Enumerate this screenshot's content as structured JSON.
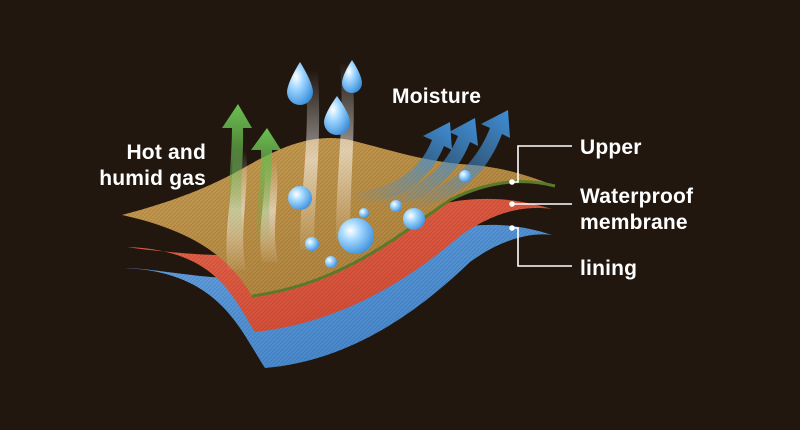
{
  "labels": {
    "hot_gas": "Hot and\nhumid gas",
    "moisture": "Moisture",
    "upper": "Upper",
    "waterproof": "Waterproof\nmembrane",
    "lining": "lining"
  },
  "colors": {
    "background": "#22170f",
    "upper_layer": "#b98d45",
    "membrane_layer": "#e0553d",
    "lining_layer": "#4f8fd2",
    "gas_arrow": "#5fae4a",
    "moisture_arrow": "#3f8fd6",
    "leader_line": "#ffffff"
  },
  "icons": [
    "green-arrow-icon",
    "blue-arrow-icon",
    "water-drop-icon"
  ]
}
